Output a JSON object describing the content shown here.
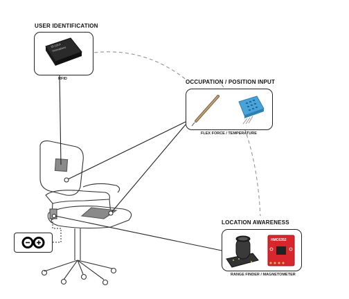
{
  "sections": {
    "user_identification": {
      "heading": "USER IDENTIFICATION",
      "caption": "RFID",
      "device_label": [
        "ID-12LA",
        "innovations"
      ]
    },
    "occupation_position": {
      "heading": "OCCUPATION / POSITION INPUT",
      "caption": "FLEX FORCE / TEMPERATURE"
    },
    "location_awareness": {
      "heading": "LOCATION AWARENESS",
      "caption": "RANGE FINDER / MAGNETOMETER",
      "chip_label": "HMC6352"
    }
  },
  "colors": {
    "outline": "#222222",
    "dashed_path": "#888888",
    "temp_sensor": "#4aa3d8",
    "magnetometer_board": "#d8262c",
    "flex_sensor": "#a88a5a"
  },
  "icons": {
    "controller": "infinity-logo-icon"
  }
}
